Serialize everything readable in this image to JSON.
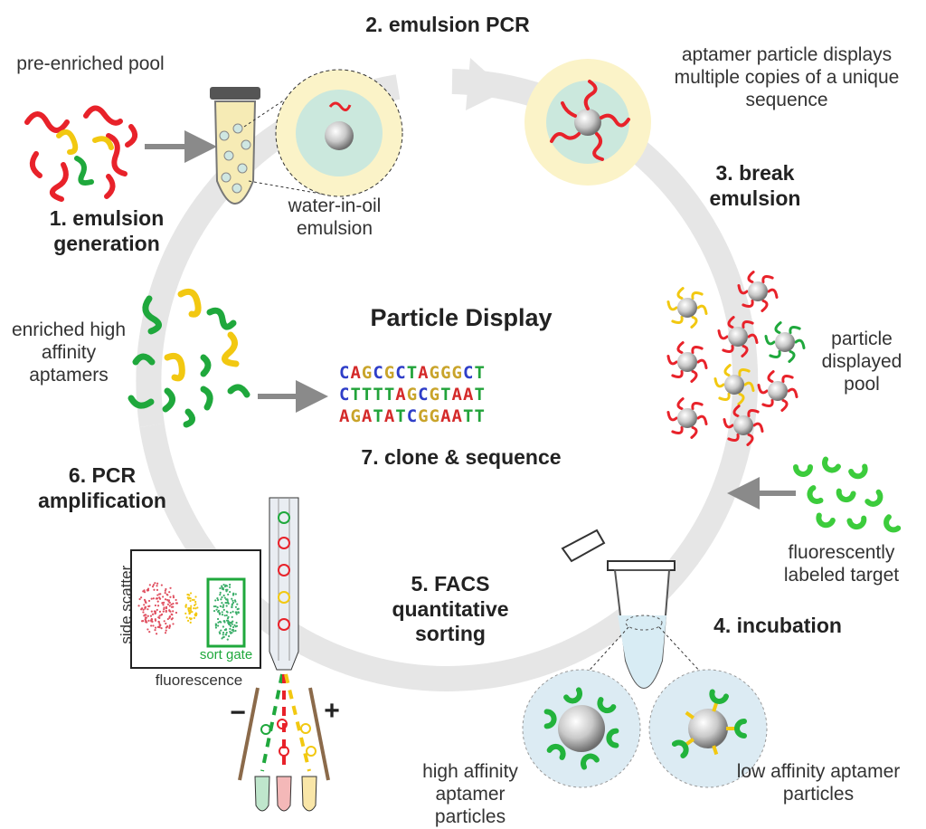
{
  "title": "Particle Display",
  "steps": {
    "s1": "1. emulsion generation",
    "s2": "2. emulsion PCR",
    "s3": "3. break emulsion",
    "s4": "4. incubation",
    "s5": "5. FACS quantitative sorting",
    "s6": "6. PCR amplification",
    "s7": "7. clone & sequence"
  },
  "labels": {
    "pre_enriched": "pre-enriched pool",
    "water_in_oil": "water-in-oil emulsion",
    "aptamer_particle": "aptamer particle displays multiple copies of a unique sequence",
    "particle_displayed": "particle displayed pool",
    "fluorescent_target": "fluorescently labeled target",
    "high_affinity": "high affinity aptamer particles",
    "low_affinity": "low affinity aptamer particles",
    "enriched": "enriched high affinity aptamers",
    "side_scatter": "side scatter",
    "fluorescence": "fluorescence",
    "sort_gate": "sort gate",
    "minus": "−",
    "plus": "+"
  },
  "sequences": [
    "CAGCGCTAGGGCT",
    "CTTTTAGCGTAAT",
    "AGATATCGGAATT"
  ],
  "colors": {
    "red": "#e8222a",
    "yellow": "#f2c811",
    "green": "#1fa83c",
    "cycle_arrow": "#e6e6e6",
    "droplet_oil": "#fbf3c8",
    "droplet_water": "#cbe8dd",
    "incubation_bg": "#dcebf3"
  }
}
